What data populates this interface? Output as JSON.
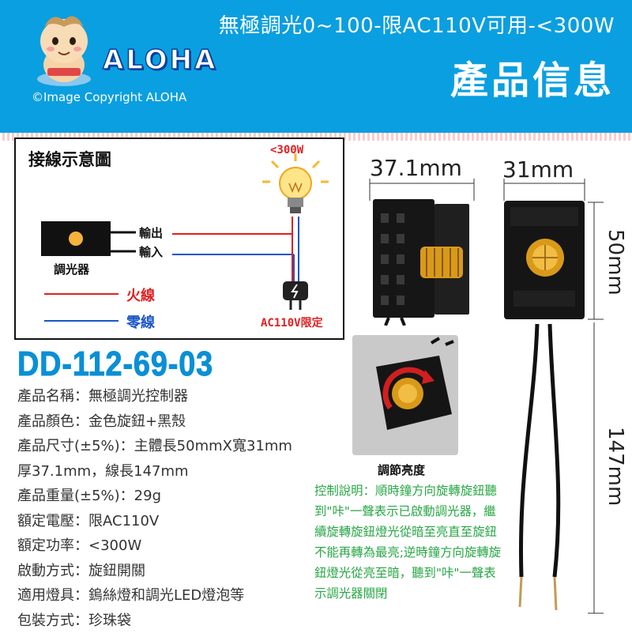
{
  "header": {
    "sub_title": "無極調光0~100-限AC110V可用-<300W",
    "main_title": "產品信息",
    "brand": "ALOHA",
    "copyright": "©Image Copyright ALOHA"
  },
  "wiring": {
    "title": "接線示意圖",
    "watt_label": "<300W",
    "output_label": "輸出",
    "input_label": "輸入",
    "dimmer_label": "調光器",
    "fire_label": "火線",
    "zero_label": "零線",
    "ac_label": "AC110V限定",
    "colors": {
      "fire": "#e02020",
      "zero": "#1a55c8",
      "bulb": "#f7b733"
    }
  },
  "product": {
    "model": "DD-112-69-03",
    "specs": [
      "產品名稱：無極調光控制器",
      "產品顏色：金色旋鈕+黑殼",
      "產品尺寸(±5%)：主體長50mmX寬31mm",
      "厚37.1mm，線長147mm",
      "產品重量(±5%)：29g",
      "額定電壓：限AC110V",
      "額定功率：<300W",
      "啟動方式：旋鈕開關",
      "適用燈具：鎢絲燈和調光LED燈泡等",
      "包裝方式：珍珠袋"
    ]
  },
  "dimensions": {
    "thickness": "37.1mm",
    "width": "31mm",
    "height": "50mm",
    "cable": "147mm"
  },
  "knob": {
    "caption": "調節亮度",
    "instruction": "控制說明：順時鐘方向旋轉旋鈕聽到\"咔\"一聲表示已啟動調光器，繼續旋轉旋鈕燈光從暗至亮直至旋鈕不能再轉為最亮;逆時鐘方向旋轉旋鈕燈光從亮至暗，聽到\"咔\"一聲表示調光器關閉"
  }
}
